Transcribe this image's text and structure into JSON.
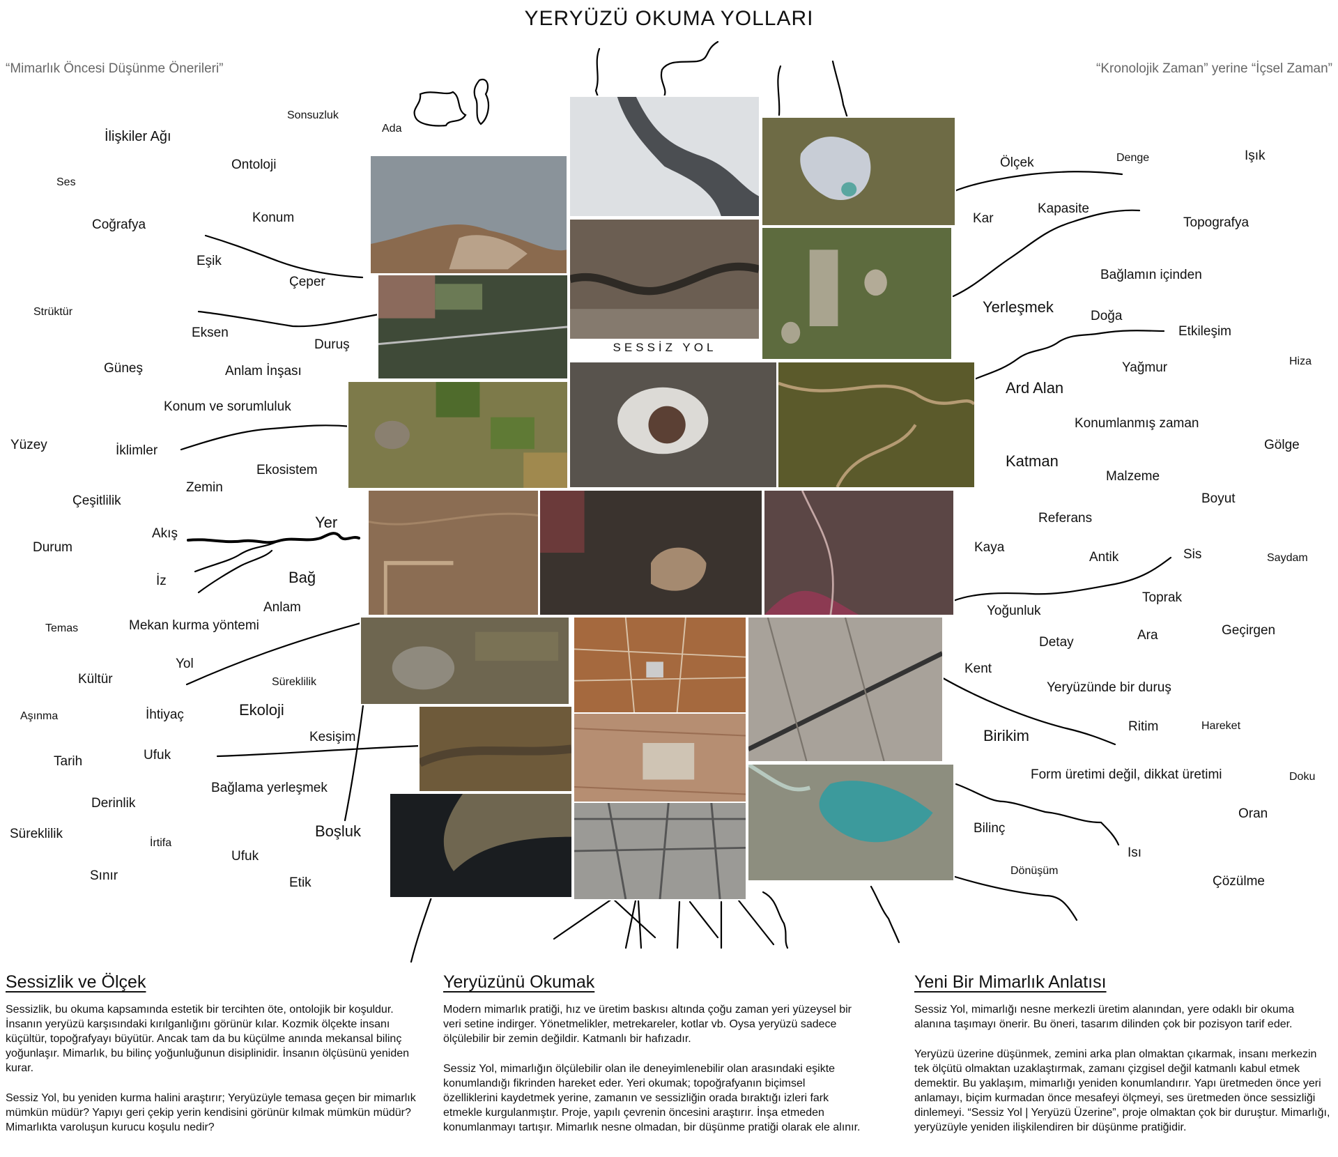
{
  "title": "YERYÜZÜ OKUMA YOLLARI",
  "subtitle_left": "“Mimarlık Öncesi Düşünme Önerileri”",
  "subtitle_right": "“Kronolojik Zaman” yerine “İçsel Zaman”",
  "center_label": "SESSİZ YOL",
  "left_words": [
    "Sonsuzluk",
    "Ada",
    "İlişkiler Ağı",
    "Ontoloji",
    "Ses",
    "Konum",
    "Coğrafya",
    "Eşik",
    "Çeper",
    "Strüktür",
    "Eksen",
    "Duruş",
    "Güneş",
    "Anlam İnşası",
    "Konum ve sorumluluk",
    "Yüzey",
    "İklimler",
    "Ekosistem",
    "Zemin",
    "Çeşitlilik",
    "Yer",
    "Akış",
    "Durum",
    "İz",
    "Bağ",
    "Anlam",
    "Temas",
    "Mekan kurma yöntemi",
    "Yol",
    "Kültür",
    "Süreklilik",
    "Aşınma",
    "İhtiyaç",
    "Ekoloji",
    "Kesişim",
    "Tarih",
    "Ufuk",
    "Bağlama yerleşmek",
    "Derinlik",
    "Süreklilik",
    "Boşluk",
    "İrtifa",
    "Ufuk",
    "Sınır",
    "Etik"
  ],
  "right_words": [
    "Ölçek",
    "Denge",
    "Işık",
    "Kar",
    "Kapasite",
    "Topografya",
    "Bağlamın içinden",
    "Yerleşmek",
    "Doğa",
    "Etkileşim",
    "Hiza",
    "Yağmur",
    "Ard Alan",
    "Konumlanmış zaman",
    "Gölge",
    "Katman",
    "Malzeme",
    "Boyut",
    "Referans",
    "Kaya",
    "Antik",
    "Sis",
    "Saydam",
    "Toprak",
    "Yoğunluk",
    "Detay",
    "Ara",
    "Geçirgen",
    "Kent",
    "Yeryüzünde bir duruş",
    "Ritim",
    "Hareket",
    "Birikim",
    "Form üretimi değil, dikkat üretimi",
    "Doku",
    "Oran",
    "Bilinç",
    "Isı",
    "Dönüşüm",
    "Çözülme"
  ],
  "sections": [
    {
      "heading": "Sessizlik ve Ölçek",
      "paragraphs": [
        "Sessizlik, bu okuma kapsamında estetik bir tercihten öte, ontolojik bir koşuldur. İnsanın yeryüzü karşısındaki kırılganlığını görünür kılar. Kozmik ölçekte insanı küçültür, topoğrafyayı büyütür. Ancak tam da bu küçülme anında mekansal bilinç yoğunlaşır. Mimarlık, bu bilinç yoğunluğunun disiplinidir. İnsanın ölçüsünü yeniden kurar.",
        "Sessiz Yol, bu yeniden kurma halini araştırır; Yeryüzüyle temasa geçen bir mimarlık mümkün müdür? Yapıyı geri çekip yerin kendisini görünür kılmak mümkün müdür? Mimarlıkta varoluşun kurucu koşulu nedir?"
      ]
    },
    {
      "heading": "Yeryüzünü Okumak",
      "paragraphs": [
        "Modern mimarlık pratiği, hız ve üretim baskısı altında çoğu zaman yeri yüzeysel bir veri setine indirger. Yönetmelikler, metrekareler, kotlar vb. Oysa yeryüzü sadece ölçülebilir bir zemin değildir. Katmanlı bir hafızadır.",
        "Sessiz Yol, mimarlığın ölçülebilir olan ile deneyimlenebilir olan arasındaki eşikte konumlandığı fikrinden hareket eder. Yeri okumak; topoğrafyanın biçimsel özelliklerini kaydetmek yerine, zamanın ve sessizliğin orada bıraktığı izleri fark etmekle kurgulanmıştır. Proje, yapılı çevrenin öncesini araştırır. İnşa etmeden konumlanmayı tartışır. Mimarlık nesne olmadan, bir düşünme pratiği olarak ele alınır."
      ]
    },
    {
      "heading": "Yeni Bir Mimarlık Anlatısı",
      "paragraphs": [
        "Sessiz Yol, mimarlığı nesne merkezli üretim alanından, yere odaklı bir okuma alanına taşımayı önerir. Bu öneri, tasarım dilinden çok bir pozisyon tarif eder.",
        "Yeryüzü üzerine düşünmek, zemini arka plan olmaktan çıkarmak, insanı merkezin tek ölçütü olmaktan uzaklaştırmak, zamanı çizgisel değil katmanlı kabul etmek demektir. Bu yaklaşım, mimarlığı yeniden konumlandırır. Yapı üretmeden önce yeri anlamayı, biçim kurmadan önce mesafeyi ölçmeyi, ses üretmeden önce sessizliği dinlemeyi. “Sessiz Yol | Yeryüzü Üzerine”, proje olmaktan çok bir duruştur. Mimarlığı, yeryüzüyle yeniden ilişkilendiren bir düşünme pratiğidir."
      ]
    }
  ]
}
